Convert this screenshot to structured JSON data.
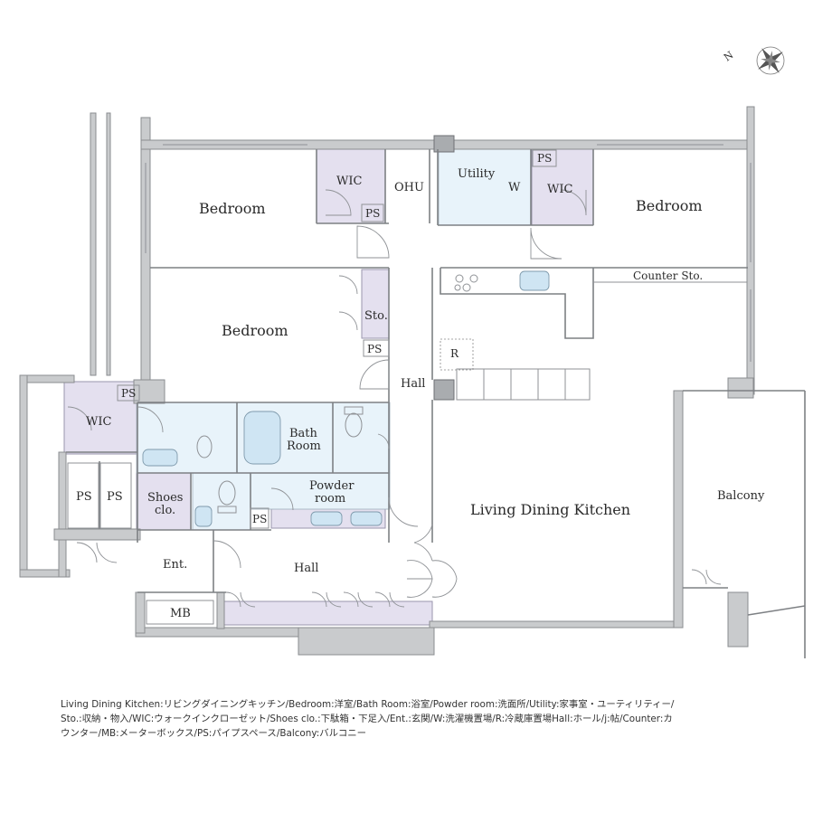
{
  "rooms": {
    "bedroom_1": "Bedroom",
    "bedroom_2": "Bedroom",
    "bedroom_3": "Bedroom",
    "wic_1": "WIC",
    "wic_2": "WIC",
    "wic_3": "WIC",
    "ohu": "OHU",
    "utility": "Utility",
    "w": "W",
    "ps_1": "PS",
    "ps_2": "PS",
    "ps_3": "PS",
    "ps_4": "PS",
    "ps_5": "PS",
    "ps_6": "PS",
    "ps_7": "PS",
    "counter_sto": "Counter Sto.",
    "sto": "Sto.",
    "r": "R",
    "hall_upper": "Hall",
    "hall_lower": "Hall",
    "bath_room_line1": "Bath",
    "bath_room_line2": "Room",
    "powder_room_line1": "Powder",
    "powder_room_line2": "room",
    "shoes_clo_line1": "Shoes",
    "shoes_clo_line2": "clo.",
    "ent": "Ent.",
    "mb": "MB",
    "ldk": "Living Dining Kitchen",
    "balcony": "Balcony"
  },
  "compass": {
    "label": "N"
  },
  "legend": {
    "line1": "Living Dining Kitchen:リビングダイニングキッチン/Bedroom:洋室/Bath Room:浴室/Powder room:洗面所/Utility:家事室・ユーティリティー/",
    "line2": "Sto.:収納・物入/WIC:ウォークインクローゼット/Shoes clo.:下駄箱・下足入/Ent.:玄関/W:洗濯機置場/R:冷蔵庫置場Hall:ホール/j:帖/Counter:カ",
    "line3": "ウンター/MB:メーターボックス/PS:パイプスペース/Balcony:バルコニー"
  },
  "colors": {
    "wall": "#c9cbcd",
    "storage": "#e4e0ef",
    "wet_area": "#e8f3fa",
    "fixture": "#cfe5f3"
  }
}
